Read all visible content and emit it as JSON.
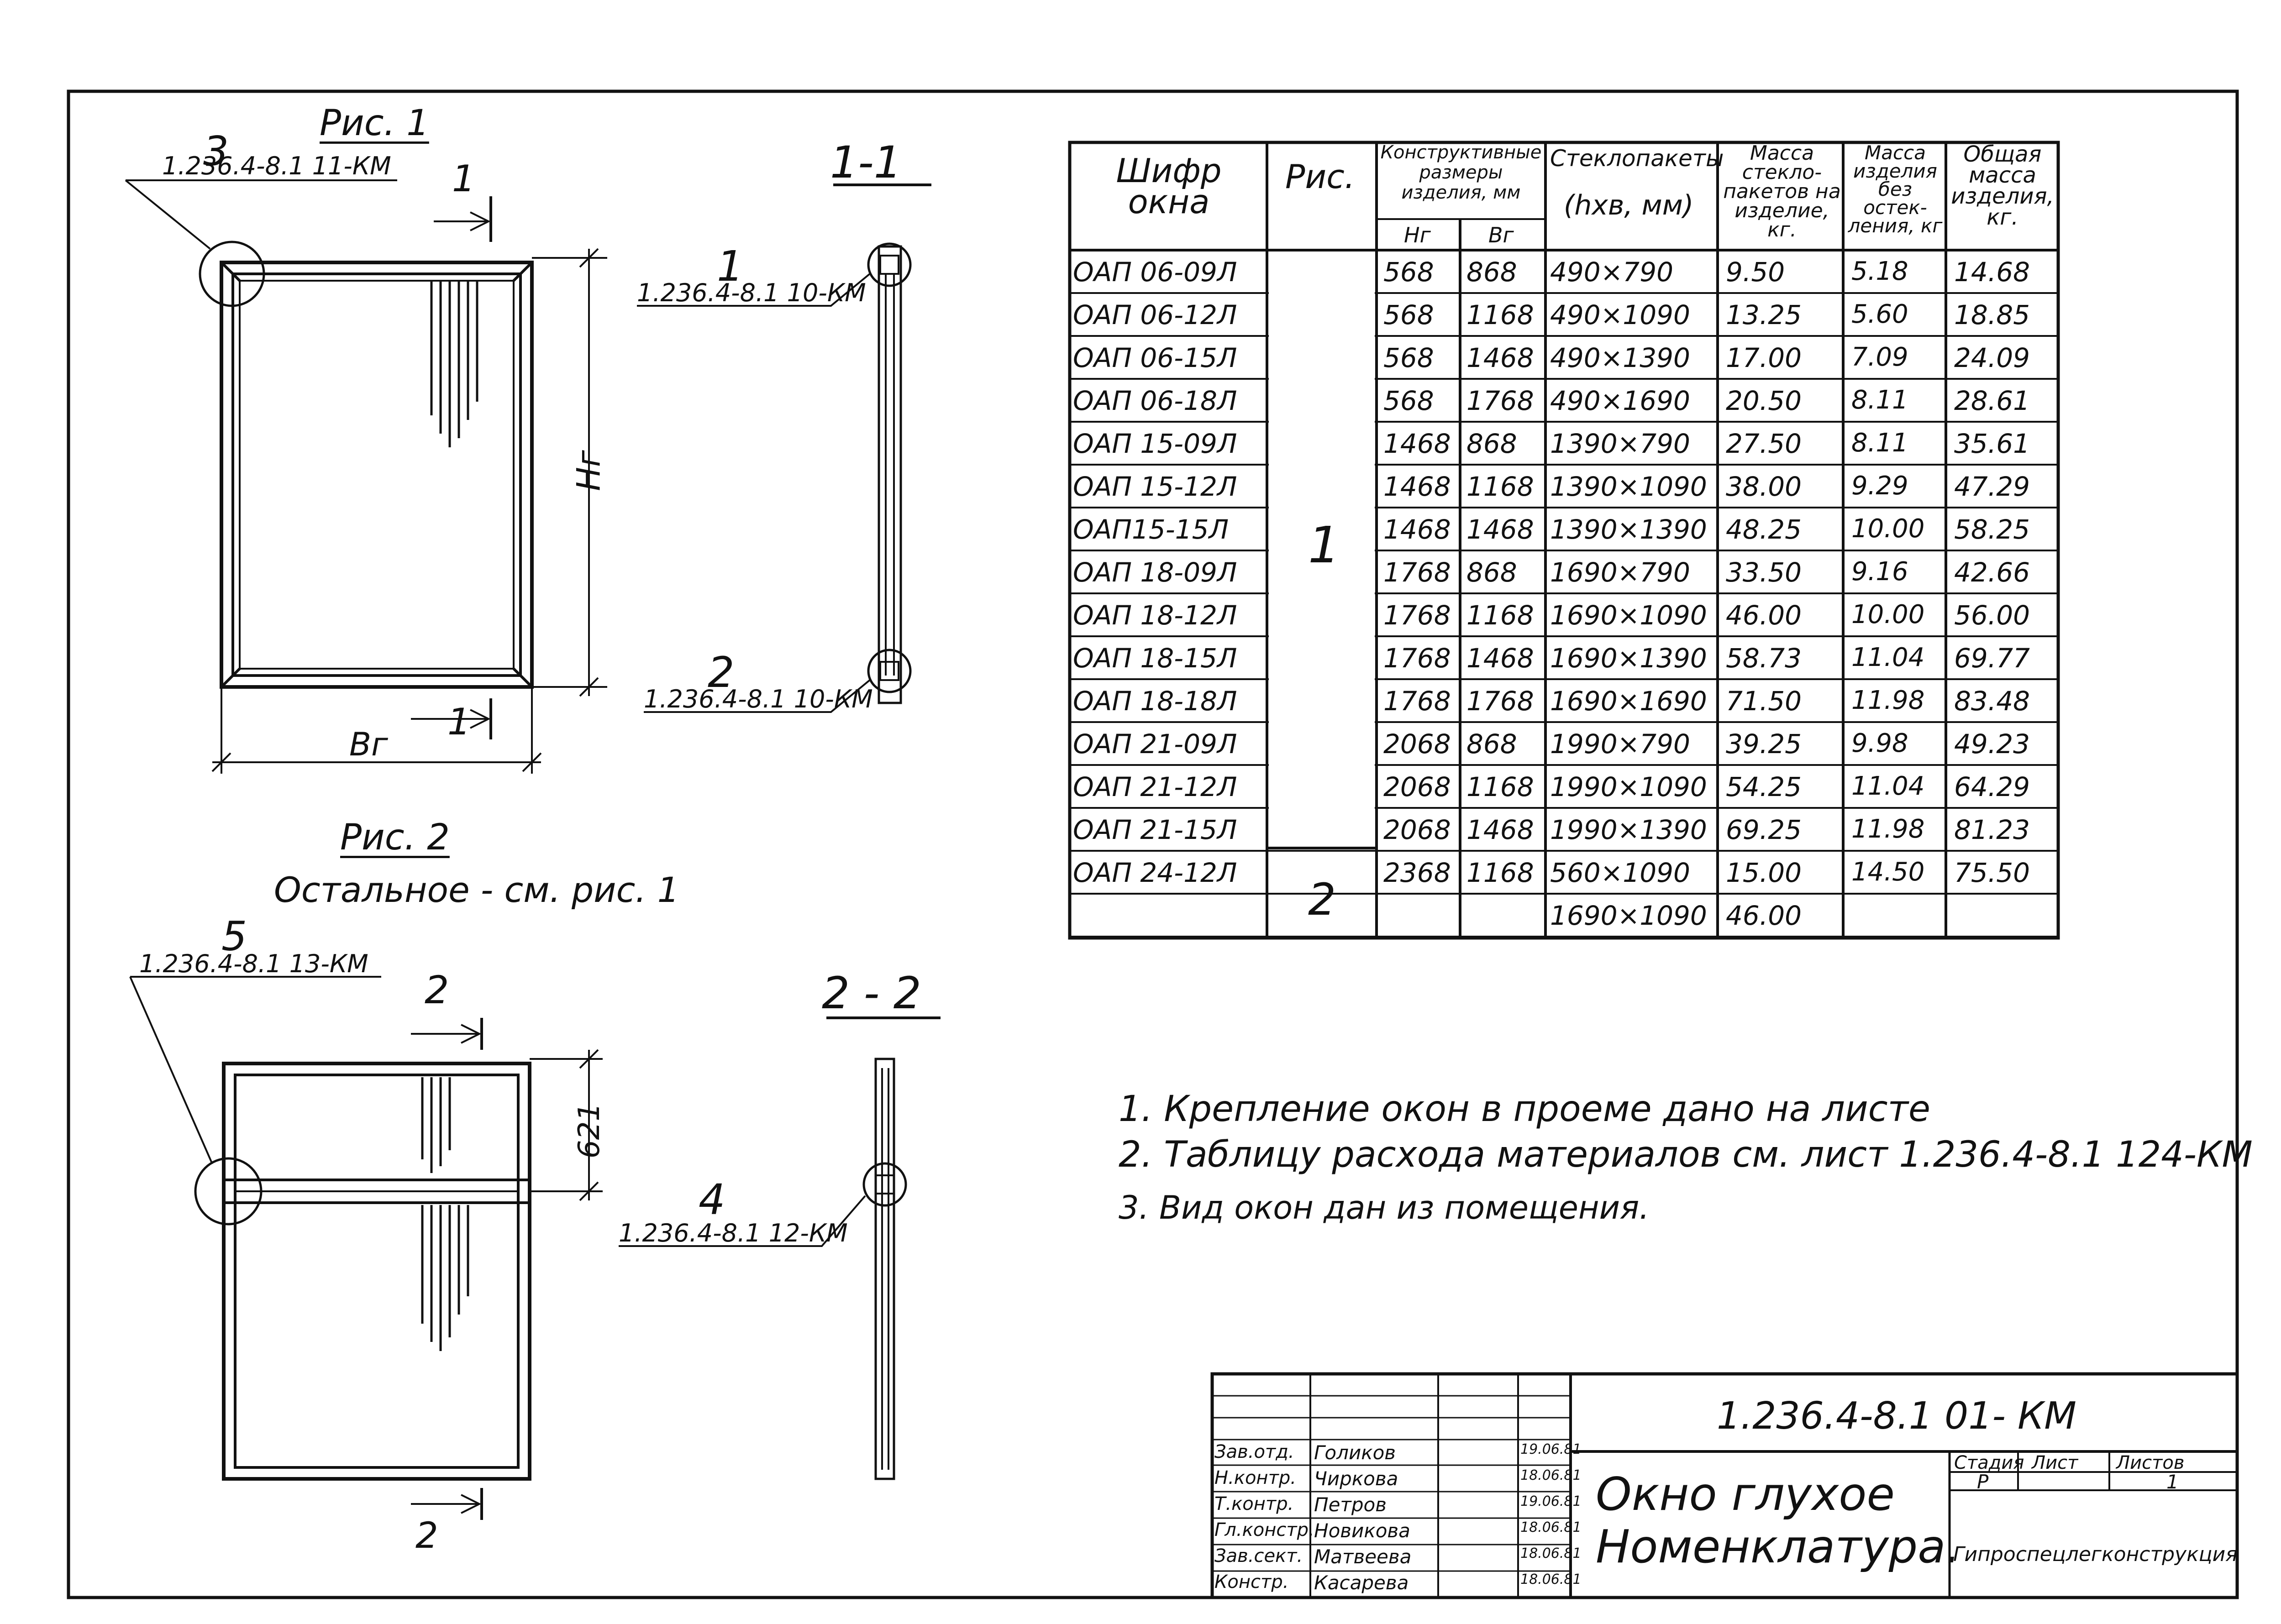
{
  "drawing": {
    "fig1_title": "Рис. 1",
    "fig2_title": "Рис. 2",
    "fig2_note": "Остальное - см. рис. 1",
    "callout_3": {
      "num": "3",
      "ref": "1.236.4-8.1 11-КМ"
    },
    "callout_5": {
      "num": "5",
      "ref": "1.236.4-8.1 13-КМ"
    },
    "callout_1": {
      "num": "1",
      "ref": "1.236.4-8.1 10-КМ"
    },
    "callout_2": {
      "num": "2",
      "ref": "1.236.4-8.1 10-КМ"
    },
    "callout_4": {
      "num": "4",
      "ref": "1.236.4-8.1 12-КМ"
    },
    "section_1": "1-1",
    "section_2": "2 - 2",
    "cut_1_top": "1",
    "cut_1_bottom": "1",
    "cut_2_top": "2",
    "cut_2_bottom": "2",
    "dim_height": "Нг",
    "dim_width": "Вг",
    "dim_621": "621"
  },
  "table": {
    "headers": {
      "code": "Шифр окна",
      "fig": "Рис.",
      "dims": "Конструктивные размеры изделия, мм",
      "h": "Нг",
      "b": "Вг",
      "glass": "Стеклопакеты",
      "glass_unit": "(hxв, мм)",
      "glass_mass": "Масса стекло-пакетов на изделие, кг.",
      "frame_mass": "Масса изделия без остек-ления, кг",
      "total_mass": "Общая масса изделия, кг."
    },
    "rows": [
      [
        "ОАП 06-09Л",
        "568",
        "868",
        "490×790",
        "9.50",
        "5.18",
        "14.68"
      ],
      [
        "ОАП 06-12Л",
        "568",
        "1168",
        "490×1090",
        "13.25",
        "5.60",
        "18.85"
      ],
      [
        "ОАП 06-15Л",
        "568",
        "1468",
        "490×1390",
        "17.00",
        "7.09",
        "24.09"
      ],
      [
        "ОАП 06-18Л",
        "568",
        "1768",
        "490×1690",
        "20.50",
        "8.11",
        "28.61"
      ],
      [
        "ОАП 15-09Л",
        "1468",
        "868",
        "1390×790",
        "27.50",
        "8.11",
        "35.61"
      ],
      [
        "ОАП 15-12Л",
        "1468",
        "1168",
        "1390×1090",
        "38.00",
        "9.29",
        "47.29"
      ],
      [
        "ОАП15-15Л",
        "1468",
        "1468",
        "1390×1390",
        "48.25",
        "10.00",
        "58.25"
      ],
      [
        "ОАП 18-09Л",
        "1768",
        "868",
        "1690×790",
        "33.50",
        "9.16",
        "42.66"
      ],
      [
        "ОАП 18-12Л",
        "1768",
        "1168",
        "1690×1090",
        "46.00",
        "10.00",
        "56.00"
      ],
      [
        "ОАП 18-15Л",
        "1768",
        "1468",
        "1690×1390",
        "58.73",
        "11.04",
        "69.77"
      ],
      [
        "ОАП 18-18Л",
        "1768",
        "1768",
        "1690×1690",
        "71.50",
        "11.98",
        "83.48"
      ],
      [
        "ОАП 21-09Л",
        "2068",
        "868",
        "1990×790",
        "39.25",
        "9.98",
        "49.23"
      ],
      [
        "ОАП 21-12Л",
        "2068",
        "1168",
        "1990×1090",
        "54.25",
        "11.04",
        "64.29"
      ],
      [
        "ОАП 21-15Л",
        "2068",
        "1468",
        "1990×1390",
        "69.25",
        "11.98",
        "81.23"
      ],
      [
        "ОАП 24-12Л",
        "2368",
        "1168",
        "560×1090",
        "15.00",
        "14.50",
        "75.50"
      ],
      [
        "",
        "",
        "",
        "1690×1090",
        "46.00",
        "",
        ""
      ]
    ],
    "fig_group1": "1",
    "fig_group2": "2"
  },
  "notes": [
    "1. Крепление окон в проеме дано на листе",
    "2. Таблицу расхода материалов см. лист 1.236.4-8.1 124-КМ",
    "3. Вид окон дан из помещения."
  ],
  "title_block": {
    "doc_code": "1.236.4-8.1 01- КМ",
    "title_line1": "Окно глухое",
    "title_line2": "Номенклатура.",
    "stage_label": "Стадия",
    "sheet_label": "Лист",
    "sheets_label": "Листов",
    "stage_value": "Р",
    "sheets_value": "1",
    "org": "Гипроспецлегконструкция",
    "signers": [
      {
        "role": "Зав.отд.",
        "name": "Голиков",
        "date": "19.06.81"
      },
      {
        "role": "Н.контр.",
        "name": "Чиркова",
        "date": "18.06.81"
      },
      {
        "role": "Т.контр.",
        "name": "Петров",
        "date": "19.06.81"
      },
      {
        "role": "Гл.констр.",
        "name": "Новикова",
        "date": "18.06.81"
      },
      {
        "role": "Зав.сект.",
        "name": "Матвеева",
        "date": "18.06.81"
      },
      {
        "role": "Констр.",
        "name": "Касарева",
        "date": "18.06.81"
      }
    ]
  }
}
